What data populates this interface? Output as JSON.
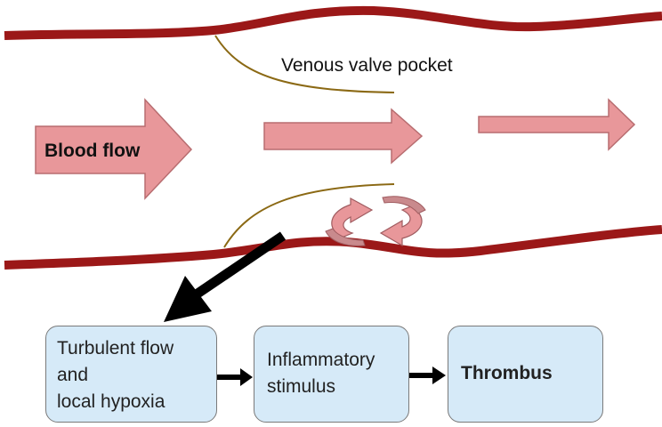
{
  "labels": {
    "valve_pocket": "Venous valve pocket",
    "blood_flow": "Blood flow"
  },
  "boxes": {
    "turbulent": [
      "Turbulent flow",
      "and",
      "local hypoxia"
    ],
    "inflammatory": [
      "Inflammatory",
      "stimulus"
    ],
    "thrombus": "Thrombus"
  },
  "colors": {
    "vessel_wall": "#9b1818",
    "valve_leaflet": "#8b6914",
    "flow_arrow": "#e8979a",
    "box_fill": "#d6eaf8",
    "connector": "#000000"
  }
}
